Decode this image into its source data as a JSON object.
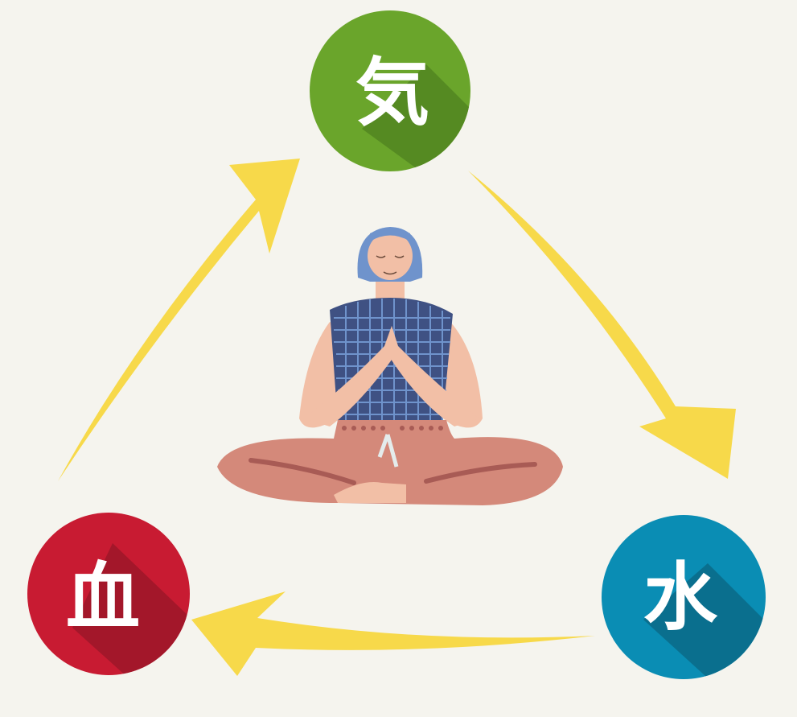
{
  "elements": {
    "ki": {
      "label": "気",
      "color": "#6aa52b",
      "shadow": "#558a22"
    },
    "sui": {
      "label": "水",
      "color": "#0a8db4",
      "shadow": "#0a6f8e"
    },
    "ketsu": {
      "label": "血",
      "color": "#c81b32",
      "shadow": "#a3172a"
    }
  },
  "colors": {
    "background": "#f5f4ee",
    "arrow": "#f7d94a"
  }
}
